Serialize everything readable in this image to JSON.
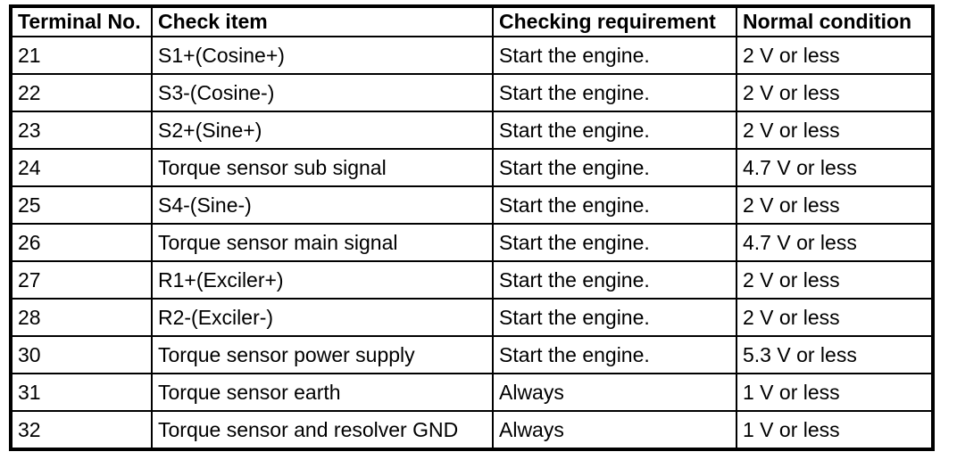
{
  "table": {
    "columns": [
      {
        "key": "terminal",
        "label": "Terminal No."
      },
      {
        "key": "check_item",
        "label": "Check item"
      },
      {
        "key": "requirement",
        "label": "Checking requirement"
      },
      {
        "key": "condition",
        "label": "Normal condition"
      }
    ],
    "field_order": [
      "terminal",
      "check_item",
      "requirement",
      "condition"
    ],
    "rows": [
      {
        "terminal": "21",
        "check_item": "S1+(Cosine+)",
        "requirement": "Start the engine.",
        "condition": "2 V or less"
      },
      {
        "terminal": "22",
        "check_item": "S3-(Cosine-)",
        "requirement": "Start the engine.",
        "condition": "2 V or less"
      },
      {
        "terminal": "23",
        "check_item": "S2+(Sine+)",
        "requirement": "Start the engine.",
        "condition": "2 V or less"
      },
      {
        "terminal": "24",
        "check_item": "Torque sensor sub signal",
        "requirement": "Start the engine.",
        "condition": "4.7 V or less"
      },
      {
        "terminal": "25",
        "check_item": "S4-(Sine-)",
        "requirement": "Start the engine.",
        "condition": "2 V or less"
      },
      {
        "terminal": "26",
        "check_item": "Torque sensor main signal",
        "requirement": "Start the engine.",
        "condition": "4.7 V or less"
      },
      {
        "terminal": "27",
        "check_item": "R1+(Exciler+)",
        "requirement": "Start the engine.",
        "condition": "2 V or less"
      },
      {
        "terminal": "28",
        "check_item": "R2-(Exciler-)",
        "requirement": "Start the engine.",
        "condition": "2 V or less"
      },
      {
        "terminal": "30",
        "check_item": "Torque sensor power supply",
        "requirement": "Start the engine.",
        "condition": "5.3 V or less"
      },
      {
        "terminal": "31",
        "check_item": "Torque sensor earth",
        "requirement": "Always",
        "condition": "1 V or less"
      },
      {
        "terminal": "32",
        "check_item": "Torque sensor and resolver GND",
        "requirement": "Always",
        "condition": "1 V or less"
      }
    ],
    "colors": {
      "border": "#000000",
      "text": "#000000",
      "background": "#ffffff"
    }
  }
}
